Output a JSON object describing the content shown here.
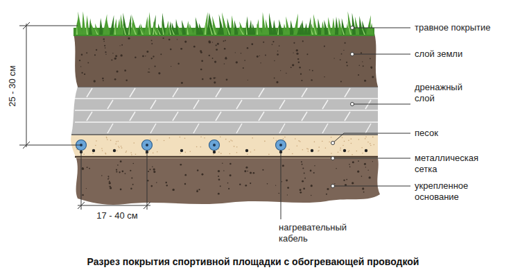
{
  "diagram": {
    "caption": "Разрез покрытия спортивной площадки с обогревающей проводкой",
    "labels": [
      "травное покрытие",
      "слой земли",
      "дренажный слой",
      "песок",
      "металлическая сетка",
      "укрепленное основание",
      "нагревательный кабель",
      "25 - 30 см",
      "17 - 40 см"
    ]
  }
}
